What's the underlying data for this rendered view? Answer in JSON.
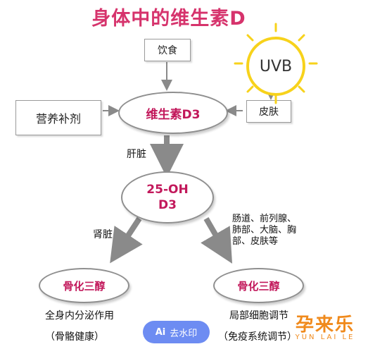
{
  "title": "身体中的维生素D",
  "nodes": {
    "diet": "饮食",
    "supplement": "营养补剂",
    "vitd3": "维生素D3",
    "skin": "皮肤",
    "uvb": "UVB",
    "oh25_line1": "25-OH",
    "oh25_line2": "D3",
    "calcitriol_left": "骨化三醇",
    "calcitriol_right": "骨化三醇"
  },
  "edge_labels": {
    "liver": "肝脏",
    "kidney": "肾脏",
    "tissues_line1": "肠道、前列腺、",
    "tissues_line2": "肺部、大脑、胸",
    "tissues_line3": "部、皮肤等"
  },
  "captions": {
    "left_line1": "全身内分泌作用",
    "left_line2": "（骨骼健康）",
    "right_line1": "局部细胞调节",
    "right_line2": "（免疫系统调节）"
  },
  "watermark": {
    "badge_icon": "Ai",
    "badge_text": "去水印",
    "logo_main": "孕来乐",
    "logo_sub": "YUN LAI LE"
  },
  "colors": {
    "title": "#d6336c",
    "node_text": "#c2185b",
    "sun": "#f7d21b",
    "arrow": "#8a8a8a"
  }
}
